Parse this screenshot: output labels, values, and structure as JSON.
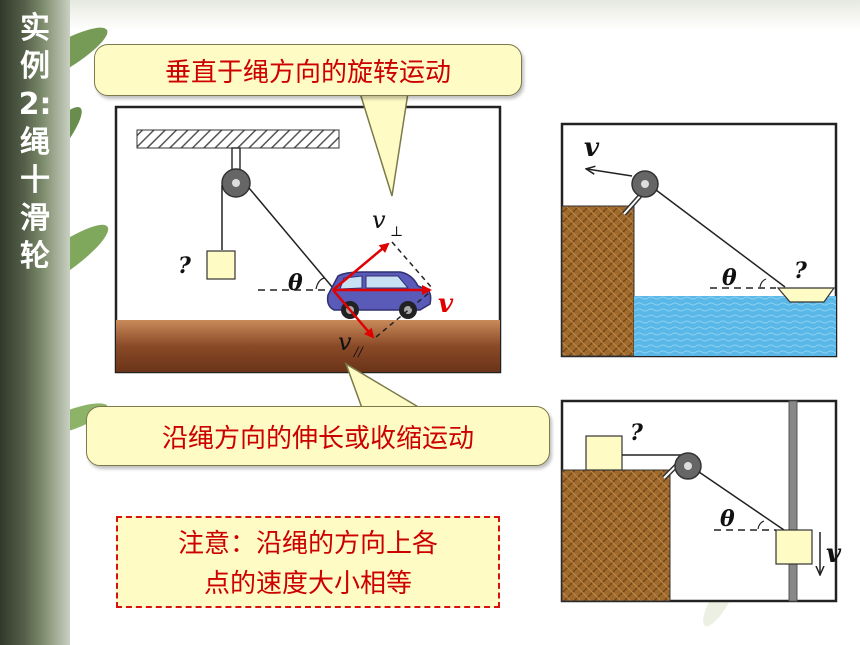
{
  "sidebar": {
    "title_chars": [
      "实",
      "例",
      "2",
      ":",
      "绳",
      "十",
      "滑",
      "轮"
    ]
  },
  "callouts": {
    "top": "垂直于绳方向的旋转运动",
    "bottom": "沿绳方向的伸长或收缩运动"
  },
  "note": {
    "line1": "注意：沿绳的方向上各",
    "line2": "点的速度大小相等"
  },
  "diagram_main": {
    "v_perp_label": "v",
    "v_perp_sub": "⊥",
    "v_label": "v",
    "v_par_label": "v",
    "v_par_sub": "//",
    "theta": "θ",
    "question": "?"
  },
  "diagram_boat": {
    "v_label": "v",
    "theta": "θ",
    "question": "?"
  },
  "diagram_block": {
    "v_label": "v",
    "theta": "θ",
    "question": "?"
  },
  "colors": {
    "callout_bg": "#fffbc5",
    "accent_red": "#cc0000",
    "ground": "#8a5030",
    "water": "#5ab8e8",
    "wall": "#9a6a2a"
  }
}
